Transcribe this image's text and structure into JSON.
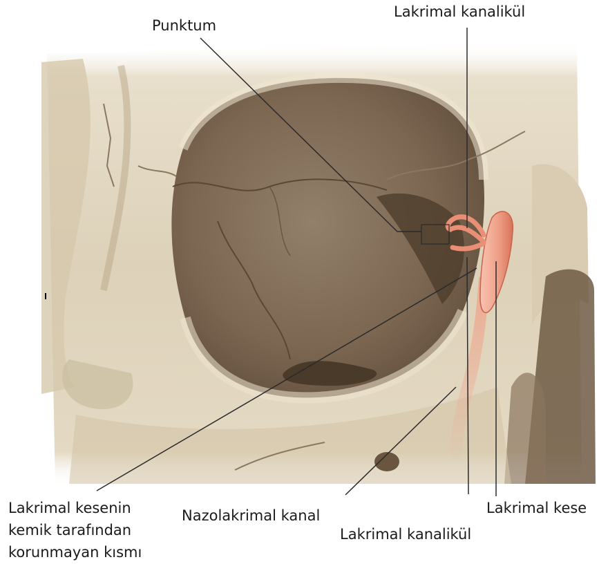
{
  "labels": {
    "punctum": "Punktum",
    "canaliculus_top": "Lakrimal kanalikül",
    "unprotected_part_line1": "Lakrimal kesenin",
    "unprotected_part_line2": "kemik tarafından",
    "unprotected_part_line3": "korunmayan kısmı",
    "nasolacrimal_canal": "Nazolakrimal kanal",
    "canaliculus_bottom": "Lakrimal kanalikül",
    "lacrimal_sac": "Lakrimal kese"
  },
  "colors": {
    "bone_light": "#e6dcc8",
    "bone_mid": "#cfc2a8",
    "bone_shadow": "#9c8b70",
    "orbit_dark": "#7a6650",
    "orbit_mid": "#8c7760",
    "lacrimal": "#f0a48c",
    "lacrimal_edge": "#c8624a",
    "leader_line": "#2a2a2a"
  }
}
